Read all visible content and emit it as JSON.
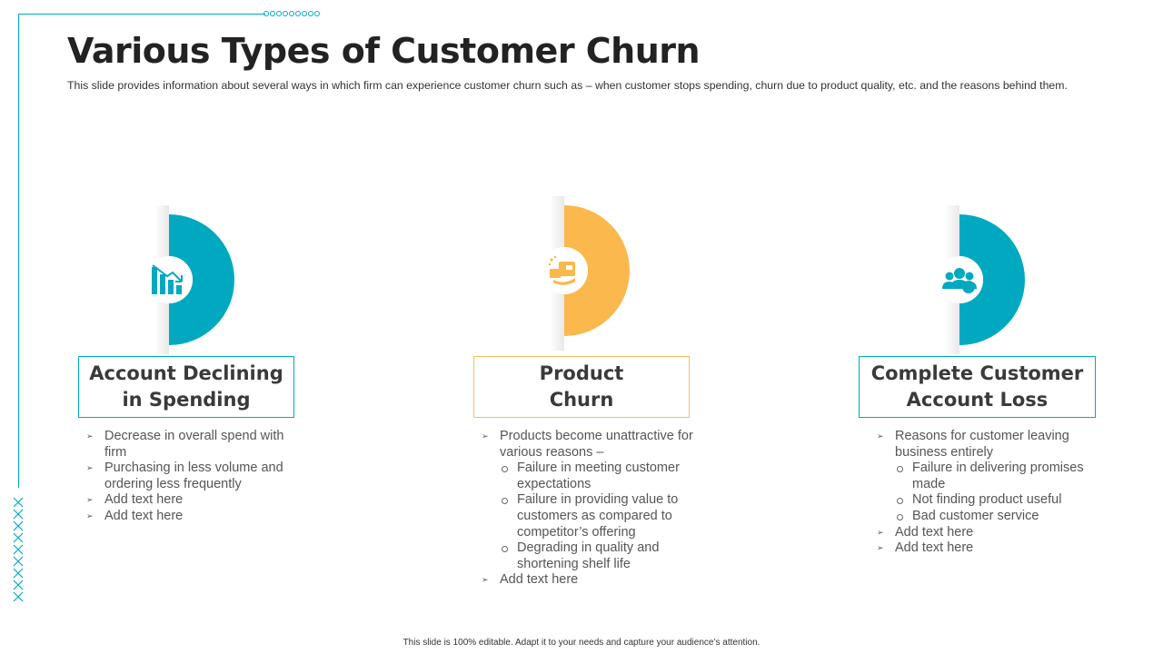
{
  "slide": {
    "title": "Various Types of Customer Churn",
    "subtitle": "This slide provides information about several ways in which firm can experience customer churn such as – when customer stops spending, churn due to product quality, etc. and the reasons behind them.",
    "footer": "This slide is 100% editable. Adapt it to your needs and capture your audience’s attention."
  },
  "colors": {
    "teal": "#00a9c0",
    "orange": "#fbb84c"
  },
  "columns": [
    {
      "icon": "declining-bar-chart-icon",
      "heading_line1": "Account Declining",
      "heading_line2": "in Spending",
      "points": [
        "Decrease in overall spend with firm",
        "Purchasing in less volume and ordering less frequently",
        "Add text here",
        "Add text here"
      ]
    },
    {
      "icon": "product-package-icon",
      "heading_line1": "Product",
      "heading_line2": "Churn",
      "intro": "Products become unattractive for various reasons –",
      "sub_points": [
        "Failure in meeting customer expectations",
        "Failure in providing value to customers as compared to competitor’s offering",
        "Degrading in quality and shortening shelf life"
      ],
      "outro": "Add text here"
    },
    {
      "icon": "customer-group-icon",
      "heading_line1": "Complete Customer",
      "heading_line2": "Account Loss",
      "intro": "Reasons for customer leaving business entirely",
      "sub_points": [
        "Failure in delivering promises made",
        "Not finding product useful",
        "Bad customer service"
      ],
      "extra": [
        "Add text here",
        "Add text here"
      ]
    }
  ]
}
